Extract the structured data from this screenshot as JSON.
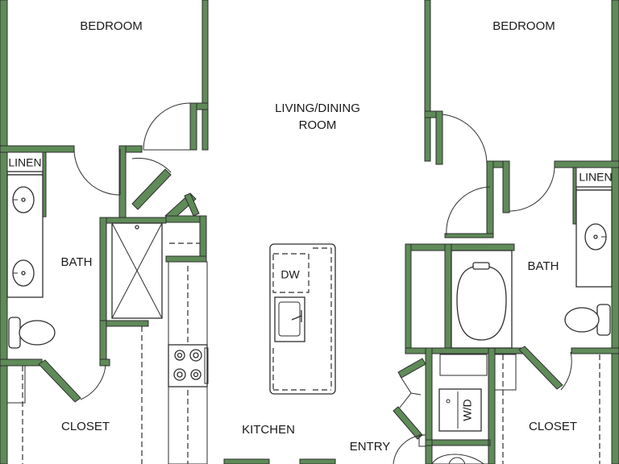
{
  "rooms": {
    "bedroom_left": "BEDROOM",
    "bedroom_right": "BEDROOM",
    "living_dining_line1": "LIVING/DINING",
    "living_dining_line2": "ROOM",
    "linen_left": "LINEN",
    "linen_right": "LINEN",
    "bath_left": "BATH",
    "bath_right": "BATH",
    "closet_left": "CLOSET",
    "closet_right": "CLOSET",
    "kitchen": "KITCHEN",
    "entry": "ENTRY"
  },
  "appliances": {
    "dishwasher": "DW",
    "washer_dryer": "W/D"
  },
  "colors": {
    "wall": "#5f8b58",
    "outline": "#2e2e2e",
    "background": "#ffffff"
  }
}
